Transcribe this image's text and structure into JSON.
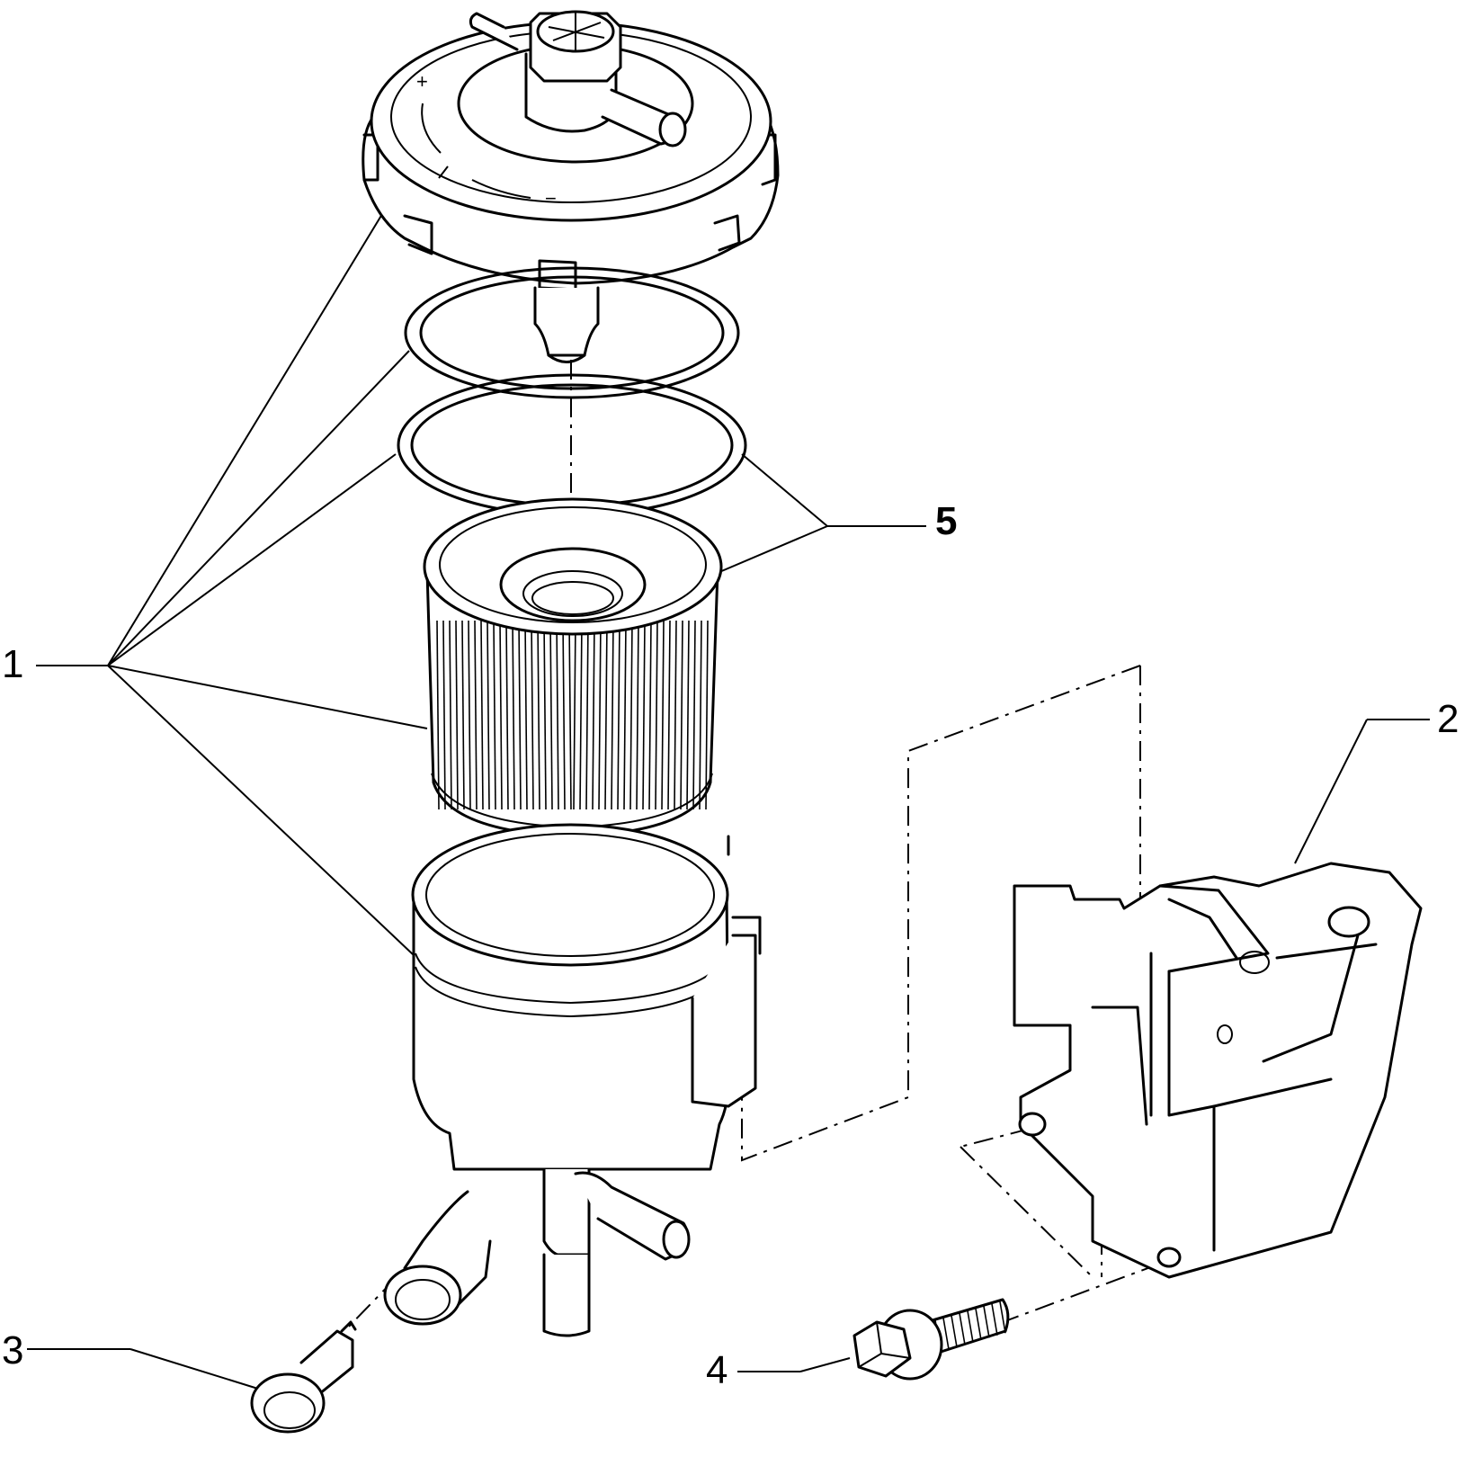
{
  "callouts": {
    "c1": "1",
    "c2": "2",
    "c3": "3",
    "c4": "4",
    "c5": "5"
  },
  "cap_marks": {
    "plus": "+",
    "minus": "−"
  }
}
